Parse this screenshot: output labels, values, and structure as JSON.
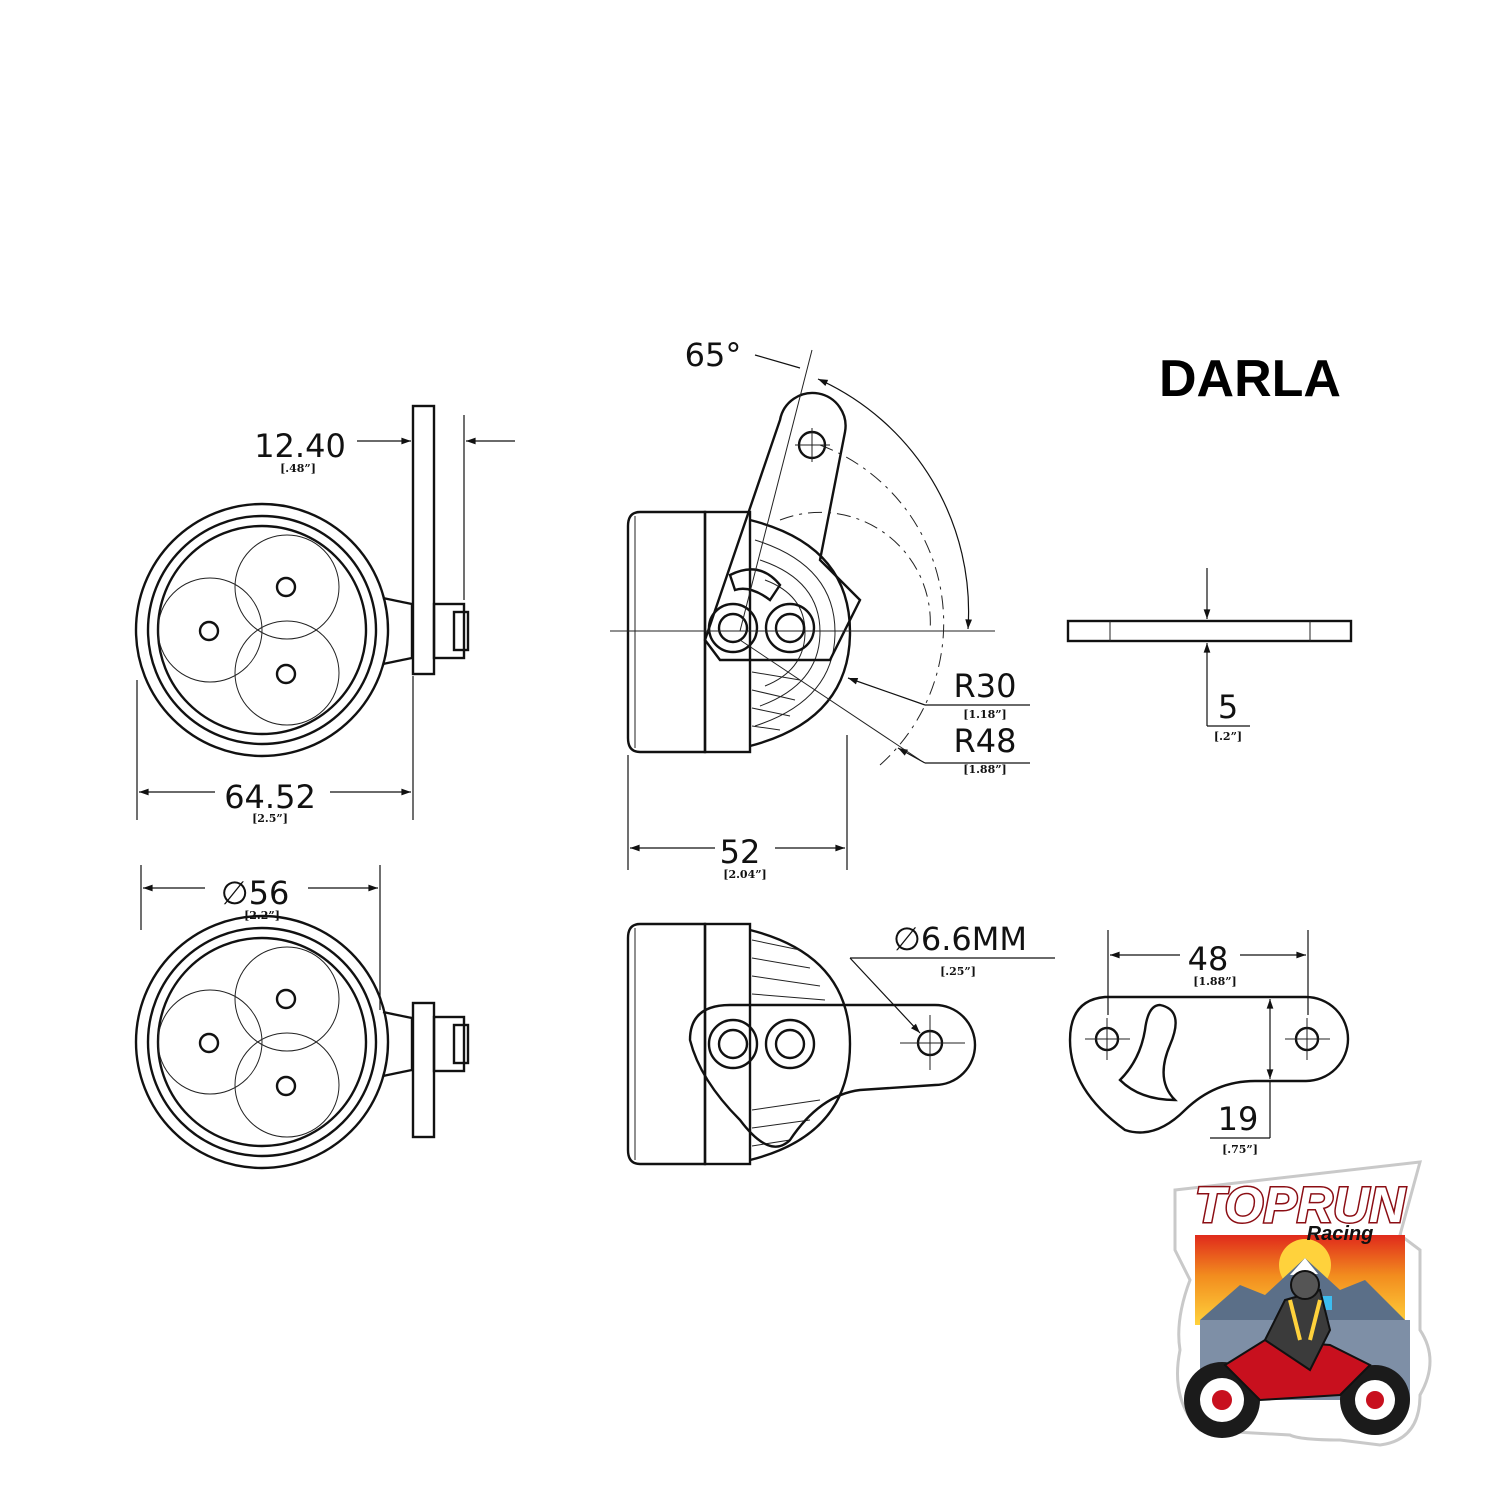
{
  "title": "DARLA",
  "dimensions": {
    "bracket_width": {
      "mm": "12.40",
      "inch": "[.48”]"
    },
    "overall_width": {
      "mm": "64.52",
      "inch": "[2.5”]"
    },
    "diameter": {
      "mm": "∅56",
      "inch": "[2.2”]"
    },
    "angle": {
      "value": "65°"
    },
    "radius_small": {
      "mm": "R30",
      "inch": "[1.18”]"
    },
    "radius_large": {
      "mm": "R48",
      "inch": "[1.88”]"
    },
    "depth": {
      "mm": "52",
      "inch": "[2.04”]"
    },
    "hole_diameter": {
      "mm": "∅6.6MM",
      "inch": "[.25”]"
    },
    "plate_thickness": {
      "mm": "5",
      "inch": "[.2”]"
    },
    "hole_spacing": {
      "mm": "48",
      "inch": "[1.88”]"
    },
    "hole_offset": {
      "mm": "19",
      "inch": "[.75”]"
    }
  },
  "logo": {
    "brand": "TOPRUN",
    "tagline": "Racing"
  },
  "colors": {
    "line": "#111111",
    "background": "#ffffff",
    "logo_red": "#c8101e",
    "logo_orange": "#f28c1e",
    "logo_yellow": "#ffd23c"
  }
}
